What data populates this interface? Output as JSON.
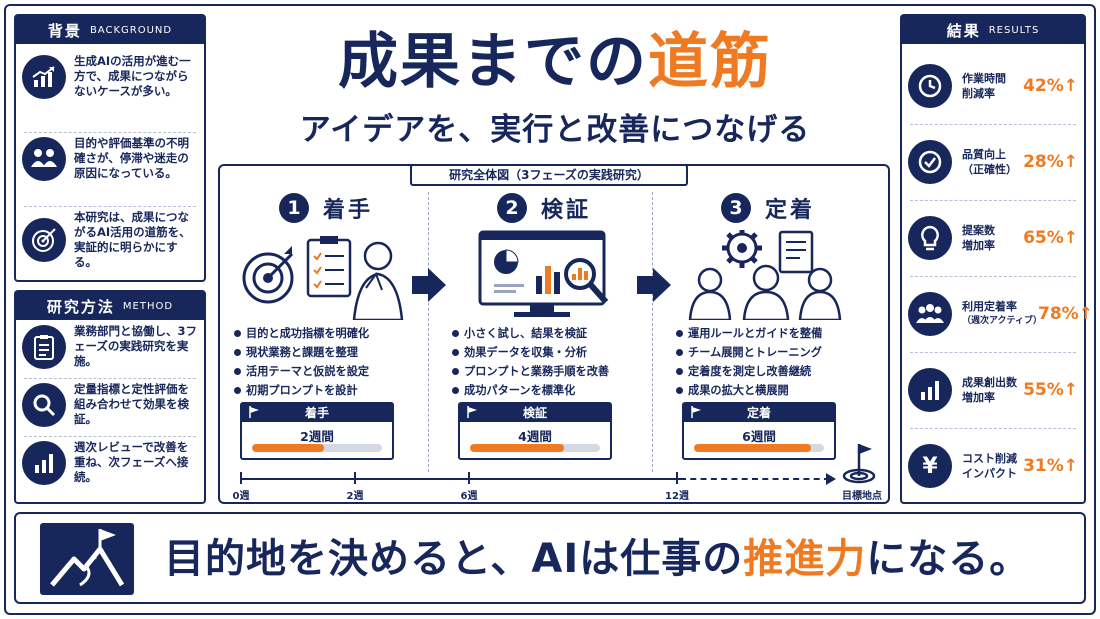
{
  "title": {
    "part1": "成果までの",
    "part2": "道筋"
  },
  "subtitle": "アイデアを、実行と改善につなげる",
  "background": {
    "heading": "背景",
    "heading_en": "BACKGROUND",
    "items": [
      {
        "icon": "chart-up-icon",
        "text": "生成AIの活用が進む一方で、成果につながらないケースが多い。"
      },
      {
        "icon": "people-icon",
        "text": "目的や評価基準の不明確さが、停滞や迷走の原因になっている。"
      },
      {
        "icon": "target-icon",
        "text": "本研究は、成果につながるAI活用の道筋を、実証的に明らかにする。"
      }
    ]
  },
  "method": {
    "heading": "研究方法",
    "heading_en": "METHOD",
    "items": [
      {
        "icon": "clipboard-icon",
        "text": "業務部門と協働し、3フェーズの実践研究を実施。"
      },
      {
        "icon": "magnifier-icon",
        "text": "定量指標と定性評価を組み合わせて効果を検証。"
      },
      {
        "icon": "bar-chart-icon",
        "text": "週次レビューで改善を重ね、次フェーズへ接続。"
      }
    ]
  },
  "diagram": {
    "label": "研究全体図（3フェーズの実践研究）",
    "phases": [
      {
        "num": "1",
        "title": "着手",
        "bullets": [
          "目的と成功指標を明確化",
          "現状業務と課題を整理",
          "活用テーマと仮説を設定",
          "初期プロンプトを設計"
        ],
        "duration_head": "着手",
        "duration": "2週間",
        "progress": 0.55
      },
      {
        "num": "2",
        "title": "検証",
        "bullets": [
          "小さく試し、結果を検証",
          "効果データを収集・分析",
          "プロンプトと業務手順を改善",
          "成功パターンを標準化"
        ],
        "duration_head": "検証",
        "duration": "4週間",
        "progress": 0.72
      },
      {
        "num": "3",
        "title": "定着",
        "bullets": [
          "運用ルールとガイドを整備",
          "チーム展開とトレーニング",
          "定着度を測定し改善継続",
          "成果の拡大と横展開"
        ],
        "duration_head": "定着",
        "duration": "6週間",
        "progress": 0.9
      }
    ],
    "timeline": [
      "0週",
      "2週",
      "6週",
      "12週"
    ],
    "goal": "目標地点"
  },
  "results": {
    "heading": "結果",
    "heading_en": "RESULTS",
    "items": [
      {
        "icon": "clock-icon",
        "label1": "作業時間",
        "label2": "削減率",
        "value": "42%↑"
      },
      {
        "icon": "check-circle-icon",
        "label1": "品質向上",
        "label2": "（正確性）",
        "value": "28%↑"
      },
      {
        "icon": "lightbulb-icon",
        "label1": "提案数",
        "label2": "増加率",
        "value": "65%↑"
      },
      {
        "icon": "team-icon",
        "label1": "利用定着率",
        "label2": "（週次アクティブ）",
        "value": "78%↑"
      },
      {
        "icon": "growth-chart-icon",
        "label1": "成果創出数",
        "label2": "増加率",
        "value": "55%↑"
      },
      {
        "icon": "yen-icon",
        "label1": "コスト削減",
        "label2": "インパクト",
        "value": "31%↑"
      }
    ]
  },
  "banner": {
    "part1": "目的地を決めると、AIは仕事の",
    "part2": "推進力",
    "part3": "になる。"
  },
  "colors": {
    "navy": "#17275b",
    "orange": "#ef7a22"
  }
}
